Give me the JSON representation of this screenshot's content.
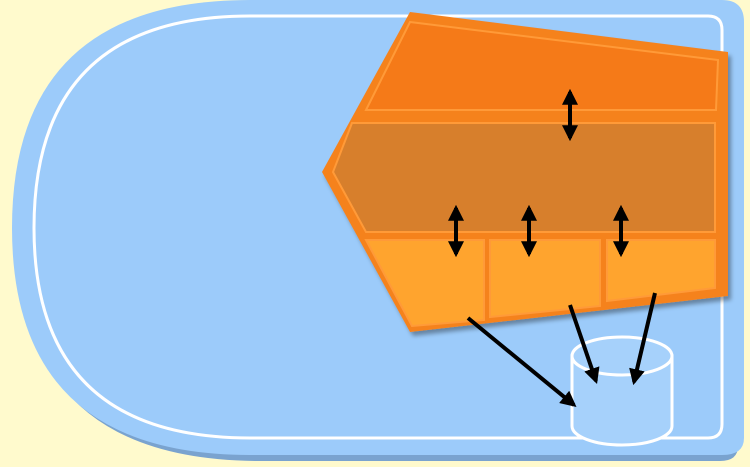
{
  "diagram": {
    "colors": {
      "page_background": "#fffacd",
      "board_fill": "#9ccbfa",
      "board_outline": "#ffffff",
      "board_shadow": "#7aa3cf",
      "frame_fill": "#f5821f",
      "top_layer_fill": "#f57a18",
      "middle_layer_fill": "#d77f2c",
      "bottom_cell_fill": "#ffa42e",
      "layer_outline": "#ff9a38",
      "arrow": "#000000",
      "cylinder_fill": "#a6d1fb",
      "cylinder_outline": "#ffffff"
    },
    "layers": [
      {
        "id": "top-layer"
      },
      {
        "id": "middle-layer"
      },
      {
        "id": "bottom-layer",
        "cells": 3
      }
    ],
    "connections": [
      {
        "from": "top-layer",
        "to": "middle-layer",
        "direction": "both"
      },
      {
        "from": "middle-layer",
        "to": "bottom-cell-1",
        "direction": "both"
      },
      {
        "from": "middle-layer",
        "to": "bottom-cell-2",
        "direction": "both"
      },
      {
        "from": "middle-layer",
        "to": "bottom-cell-3",
        "direction": "both"
      },
      {
        "from": "bottom-cell-1",
        "to": "storage-cylinder",
        "direction": "forward"
      },
      {
        "from": "bottom-cell-2",
        "to": "storage-cylinder",
        "direction": "forward"
      },
      {
        "from": "bottom-cell-3",
        "to": "storage-cylinder",
        "direction": "forward"
      }
    ]
  }
}
